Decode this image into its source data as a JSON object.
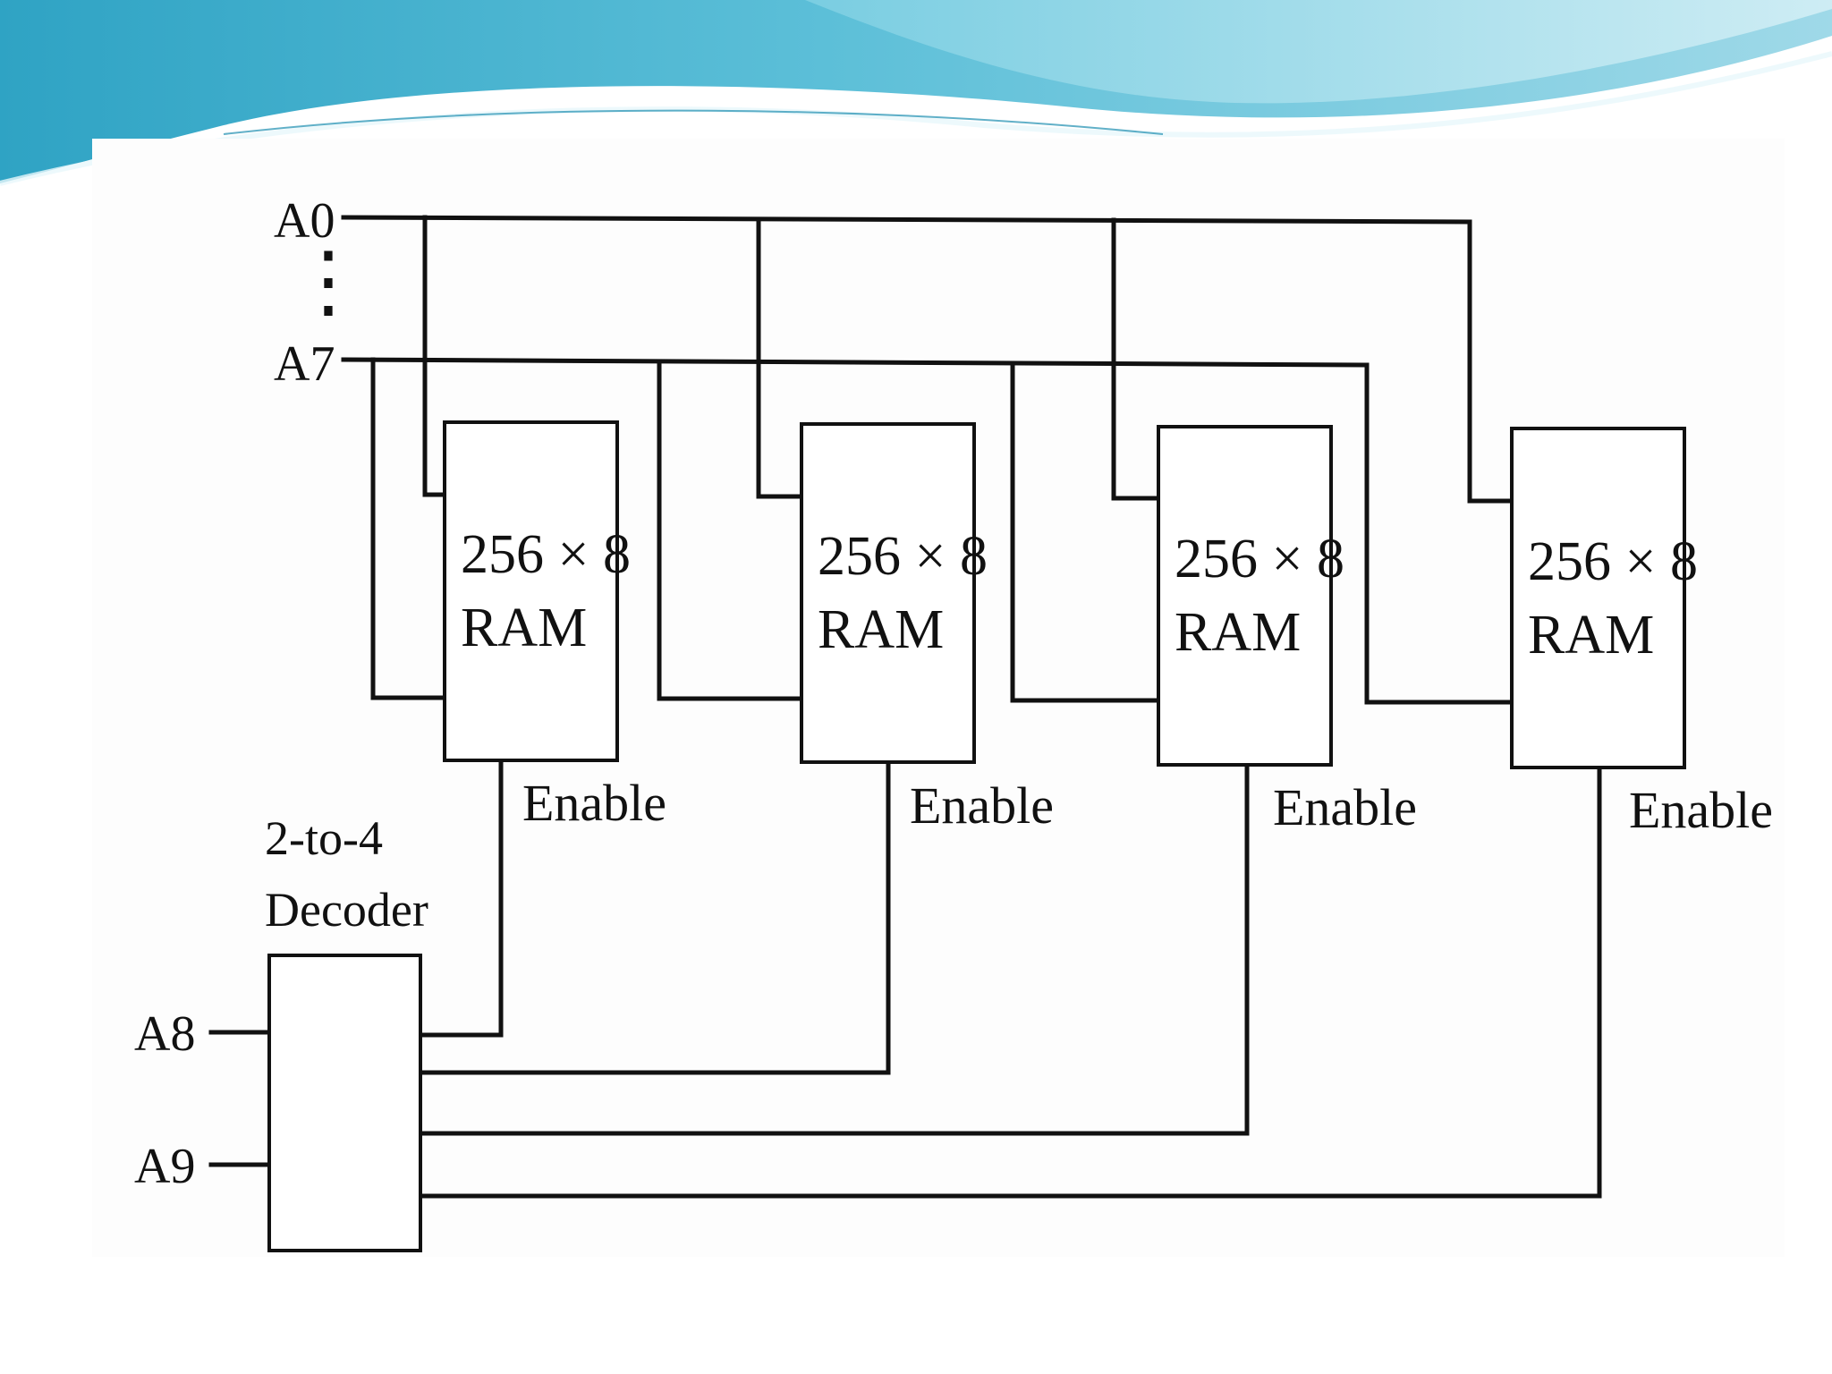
{
  "theme": {
    "wave_dark": "#2a9fc0",
    "wave_mid": "#6fc6dc",
    "wave_light": "#b9e4ee",
    "ink": "#111111"
  },
  "address_lines": {
    "top": "A0",
    "bottom": "A7",
    "ellipsis": "⋮"
  },
  "decoder": {
    "title_line1": "2-to-4",
    "title_line2": "Decoder",
    "inputs": [
      "A8",
      "A9"
    ]
  },
  "rams": [
    {
      "size": "256 × 8",
      "type": "RAM",
      "enable": "Enable"
    },
    {
      "size": "256 × 8",
      "type": "RAM",
      "enable": "Enable"
    },
    {
      "size": "256 × 8",
      "type": "RAM",
      "enable": "Enable"
    },
    {
      "size": "256 × 8",
      "type": "RAM",
      "enable": "Enable"
    }
  ]
}
